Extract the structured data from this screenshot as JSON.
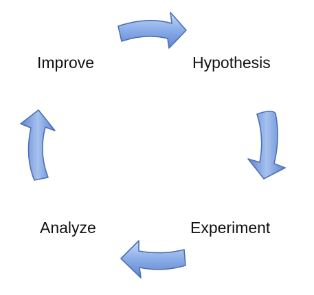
{
  "stages": [
    {
      "id": "improve",
      "label": "Improve"
    },
    {
      "id": "hypothesis",
      "label": "Hypothesis"
    },
    {
      "id": "experiment",
      "label": "Experiment"
    },
    {
      "id": "analyze",
      "label": "Analyze"
    }
  ],
  "arrows": [
    {
      "from": "improve",
      "to": "hypothesis",
      "direction": "right"
    },
    {
      "from": "hypothesis",
      "to": "experiment",
      "direction": "down"
    },
    {
      "from": "experiment",
      "to": "analyze",
      "direction": "left"
    },
    {
      "from": "analyze",
      "to": "improve",
      "direction": "up"
    }
  ],
  "colors": {
    "arrow_fill_light": "#b7cdf3",
    "arrow_fill_mid": "#8fb0ea",
    "arrow_fill_dark": "#5f86cf",
    "arrow_stroke": "#4a6fb5",
    "label_text": "#111111"
  }
}
